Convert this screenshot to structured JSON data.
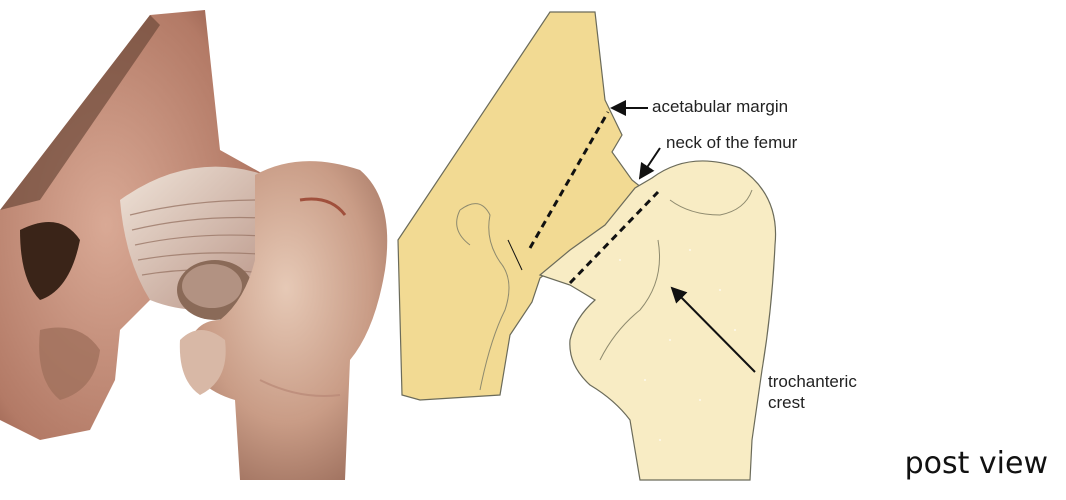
{
  "photo": {
    "icon": "dissected-hip-joint-photo"
  },
  "diagram": {
    "labels": {
      "acetabular_margin": "acetabular margin",
      "neck_of_femur": "neck of the femur",
      "trochanteric_crest_line1": "trochanteric",
      "trochanteric_crest_line2": "crest"
    },
    "colors": {
      "hip_bone": "#f2da93",
      "femur": "#f8ecc4",
      "outline": "#6b6b5a"
    }
  },
  "caption": "post view"
}
